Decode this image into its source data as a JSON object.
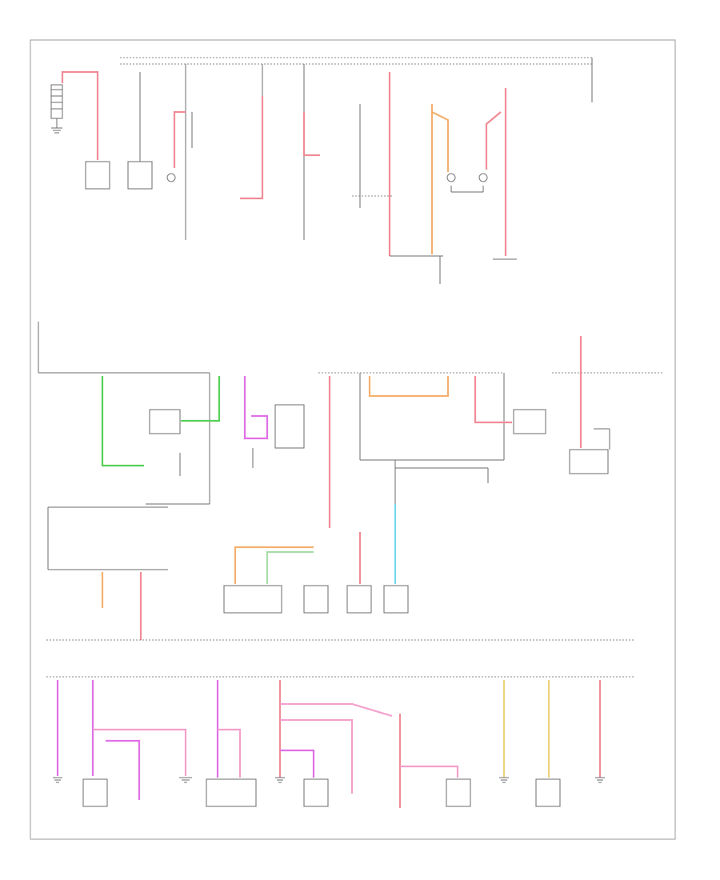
{
  "colors": {
    "red": "#f08c96",
    "orange": "#f5b070",
    "green": "#58d058",
    "violet": "#e070e8",
    "blue": "#78d8ec",
    "yellow": "#ecd27c",
    "pink": "#f4a0cc"
  },
  "icons": [
    "ground-symbol",
    "fuse-symbol",
    "switch-symbol",
    "lamp-symbol"
  ]
}
